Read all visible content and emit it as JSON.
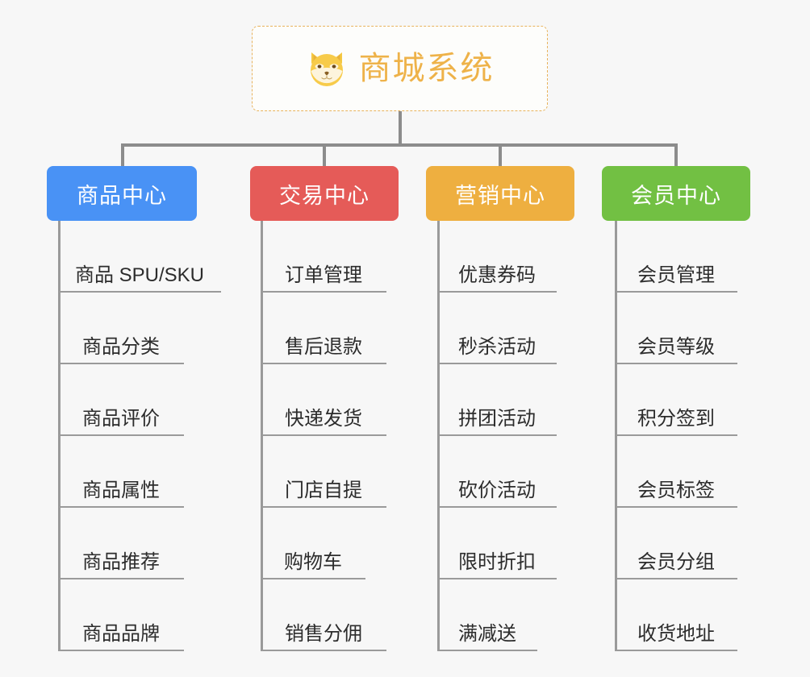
{
  "diagram": {
    "type": "org-chart",
    "background_color": "#f7f7f7",
    "root": {
      "title": "商城系统",
      "icon": "shiba-dog-face-icon",
      "text_color": "#eeb249",
      "border_color": "#e8b35c",
      "background_color": "#fdfdfb"
    },
    "connector_color": "#8c8c8c",
    "branches": [
      {
        "label": "商品中心",
        "color": "#4992f5",
        "items": [
          "商品 SPU/SKU",
          "商品分类",
          "商品评价",
          "商品属性",
          "商品推荐",
          "商品品牌"
        ]
      },
      {
        "label": "交易中心",
        "color": "#e55b58",
        "items": [
          "订单管理",
          "售后退款",
          "快递发货",
          "门店自提",
          "购物车",
          "销售分佣"
        ]
      },
      {
        "label": "营销中心",
        "color": "#eeaf40",
        "items": [
          "优惠券码",
          "秒杀活动",
          "拼团活动",
          "砍价活动",
          "限时折扣",
          "满减送"
        ]
      },
      {
        "label": "会员中心",
        "color": "#72c043",
        "items": [
          "会员管理",
          "会员等级",
          "积分签到",
          "会员标签",
          "会员分组",
          "收货地址"
        ]
      }
    ]
  }
}
